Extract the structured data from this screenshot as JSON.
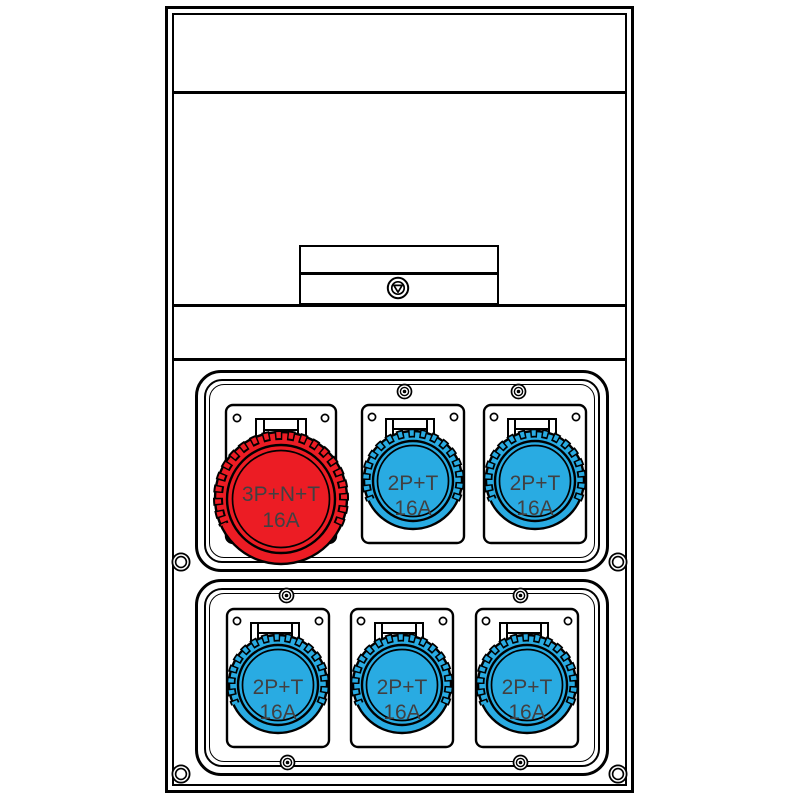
{
  "drawing": {
    "subject": "socket-distribution-box-front-view"
  },
  "colors": {
    "socket_red": "#ec1c24",
    "socket_blue": "#29abe2",
    "outline": "#000000",
    "label_text": "#414042",
    "background": "#ffffff"
  },
  "panels": [
    {
      "name": "upper-socket-panel",
      "sockets": [
        {
          "color_name": "red",
          "line1": "3P+N+T",
          "line2": "16A"
        },
        {
          "color_name": "blue",
          "line1": "2P+T",
          "line2": "16A"
        },
        {
          "color_name": "blue",
          "line1": "2P+T",
          "line2": "16A"
        }
      ]
    },
    {
      "name": "lower-socket-panel",
      "sockets": [
        {
          "color_name": "blue",
          "line1": "2P+T",
          "line2": "16A"
        },
        {
          "color_name": "blue",
          "line1": "2P+T",
          "line2": "16A"
        },
        {
          "color_name": "blue",
          "line1": "2P+T",
          "line2": "16A"
        }
      ]
    }
  ]
}
